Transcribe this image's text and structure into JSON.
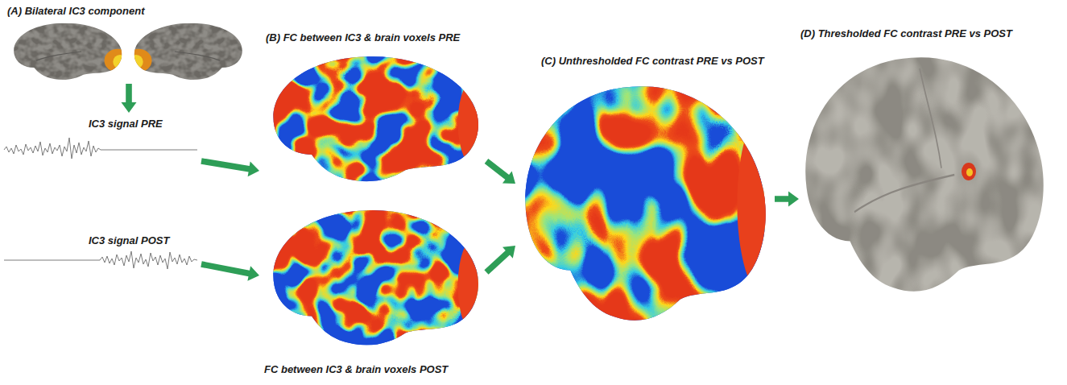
{
  "diagram": {
    "nodes": [
      {
        "text": [
          "(A) Bilateral IC3 component"
        ]
      },
      {
        "text": [
          "IC3 signal PRE"
        ]
      },
      {
        "text": [
          "IC3 signal POST"
        ]
      },
      {
        "text": [
          "(B) FC between IC3 & brain voxels PRE"
        ]
      },
      {
        "text": [
          "FC between IC3 & brain voxels POST"
        ]
      },
      {
        "text": [
          "(C) Unthresholded FC contrast PRE vs POST"
        ]
      },
      {
        "text": [
          "(D) Thresholded FC contrast PRE vs POST"
        ]
      }
    ],
    "edges": [
      {
        "from": 0,
        "to": 1,
        "arrow": "to"
      },
      {
        "from": 1,
        "to": 3,
        "arrow": "to"
      },
      {
        "from": 2,
        "to": 4,
        "arrow": "to"
      },
      {
        "from": 3,
        "to": 5,
        "arrow": "to"
      },
      {
        "from": 4,
        "to": 5,
        "arrow": "to"
      },
      {
        "from": 5,
        "to": 6,
        "arrow": "to"
      }
    ]
  }
}
